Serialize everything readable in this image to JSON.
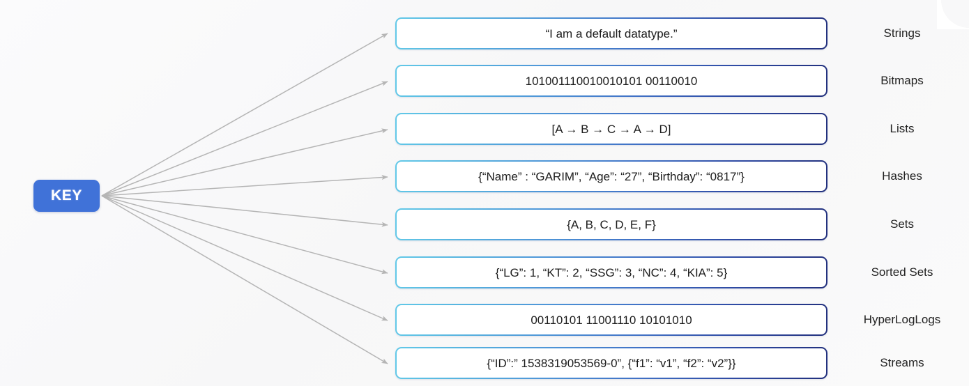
{
  "diagram": {
    "title_node": {
      "label": "KEY"
    },
    "colors": {
      "key_fill": "#4072d8",
      "key_text": "#ffffff",
      "border_gradient_start": "#62c9e8",
      "border_gradient_end": "#22307d",
      "connector_line": "#b5b5b5",
      "box_fill": "#ffffff",
      "label_text": "#222222",
      "background": "#fafafa"
    },
    "rows": [
      {
        "value": "“I am a default datatype.”",
        "label": "Strings"
      },
      {
        "value": "101001110010010101 00110010",
        "label": "Bitmaps"
      },
      {
        "value": "[A → B → C → A → D]",
        "label": "Lists"
      },
      {
        "value": "{“Name” : “GARIM”, “Age”: “27”, “Birthday”: “0817”}",
        "label": "Hashes"
      },
      {
        "value": "{A, B, C, D, E, F}",
        "label": "Sets"
      },
      {
        "value": "{“LG”: 1, “KT”: 2, “SSG”: 3, “NC”: 4, “KIA”: 5}",
        "label": "Sorted Sets"
      },
      {
        "value": "00110101 11001110 10101010",
        "label": "HyperLogLogs"
      },
      {
        "value": "{“ID”:” 1538319053569-0”, {“f1”: “v1”, “f2”: “v2”}}",
        "label": "Streams"
      }
    ]
  }
}
